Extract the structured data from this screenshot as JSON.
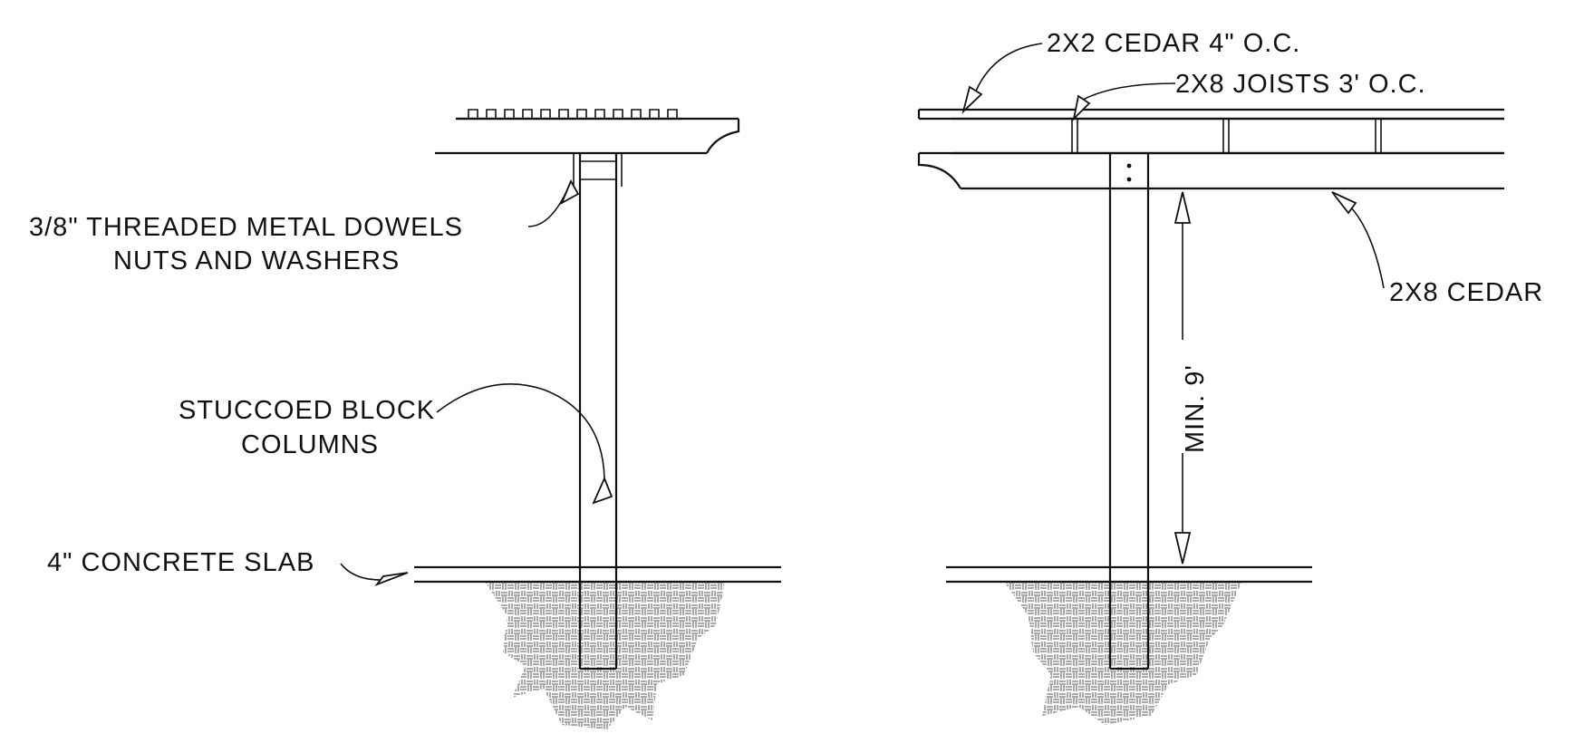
{
  "colors": {
    "ink": "#111111",
    "background": "#ffffff",
    "soil": "#555555"
  },
  "left_section": {
    "dowels_label_line1": "3/8\" THREADED METAL DOWELS",
    "dowels_label_line2": "NUTS AND WASHERS",
    "column_label_line1": "STUCCOED BLOCK",
    "column_label_line2": "COLUMNS",
    "slab_label": "4\" CONCRETE SLAB"
  },
  "right_section": {
    "cedar_2x2_label": "2X2 CEDAR 4\" O.C.",
    "joists_label": "2X8 JOISTS 3' O.C.",
    "cedar_2x8_label": "2X8 CEDAR",
    "height_label": "MIN. 9'"
  }
}
